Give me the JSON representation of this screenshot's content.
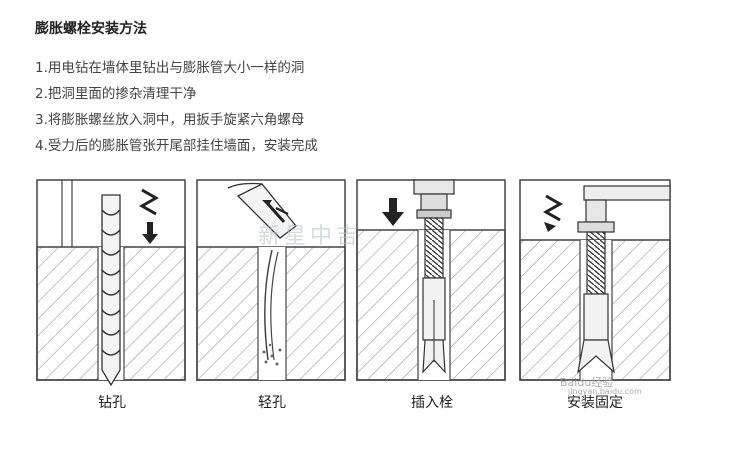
{
  "title": "膨胀螺栓安装方法",
  "steps": [
    "1.用电钻在墙体里钻出与膨胀管大小一样的洞",
    "2.把洞里面的掺杂清理干净",
    "3.将膨胀螺丝放入洞中，用扳手旋紧六角螺母",
    "4.受力后的膨胀管张开尾部挂住墙面，安装完成"
  ],
  "captions": [
    "钻孔",
    "轻孔",
    "插入栓",
    "安装固定"
  ],
  "watermark": {
    "center": "新星中吉",
    "corner": "Baidu经验",
    "corner_sub": "jingyan.baidu.com"
  },
  "colors": {
    "line": "#444444",
    "hatch": "#9a9a9a",
    "bg": "#ffffff"
  },
  "icons": [
    "rotate-arrow-icon",
    "down-arrow-icon",
    "blow-arrow-icon",
    "rotate-arrow-icon"
  ]
}
